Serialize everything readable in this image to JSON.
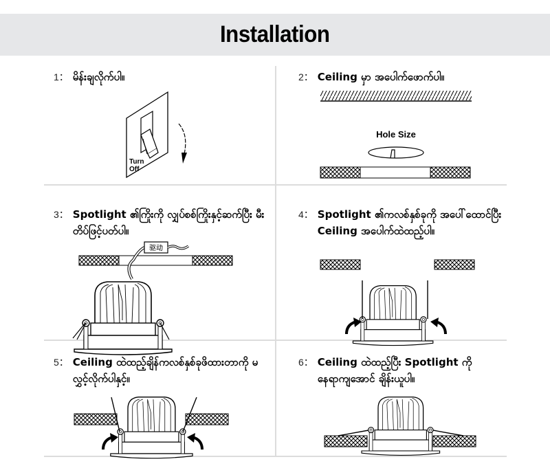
{
  "header": {
    "title": "Installation"
  },
  "steps": [
    {
      "number": "1：",
      "text": "မိန်းချလိုက်ပါ။",
      "illustration": "wall-switch",
      "labels": {
        "switch": [
          "Turn",
          "Off"
        ]
      }
    },
    {
      "number": "2：",
      "text": "Ceiling မှာ အပေါက်ဖောက်ပါ။",
      "illustration": "ceiling-hole",
      "labels": {
        "hole": "Hole Size"
      }
    },
    {
      "number": "3：",
      "text": "Spotlight ၏ကြိုးကို လျှပ်စစ်ကြိုးနှင့်ဆက်ပြီး မီးတိပ်ဖြင့်ပတ်ပါ။",
      "illustration": "connect-driver",
      "labels": {
        "driver": "驱动"
      }
    },
    {
      "number": "4：",
      "text": "Spotlight ၏ကလစ်နှစ်ခုကို အပေါ်ထောင်ပြီး Ceiling အပေါက်ထဲထည့်ပါ။",
      "illustration": "raise-clips"
    },
    {
      "number": "5：",
      "text": "Ceiling ထဲထည့်ချိန်ကလစ်နှစ်ခုဖိထားတာကို မလွှင့်လိုက်ပါနှင့်။",
      "illustration": "insert-clips"
    },
    {
      "number": "6：",
      "text": "Ceiling ထဲထည့်ပြီး Spotlight ကို နေရာကျအောင် ချိန်းယူပါ။",
      "illustration": "adjust-position"
    }
  ]
}
